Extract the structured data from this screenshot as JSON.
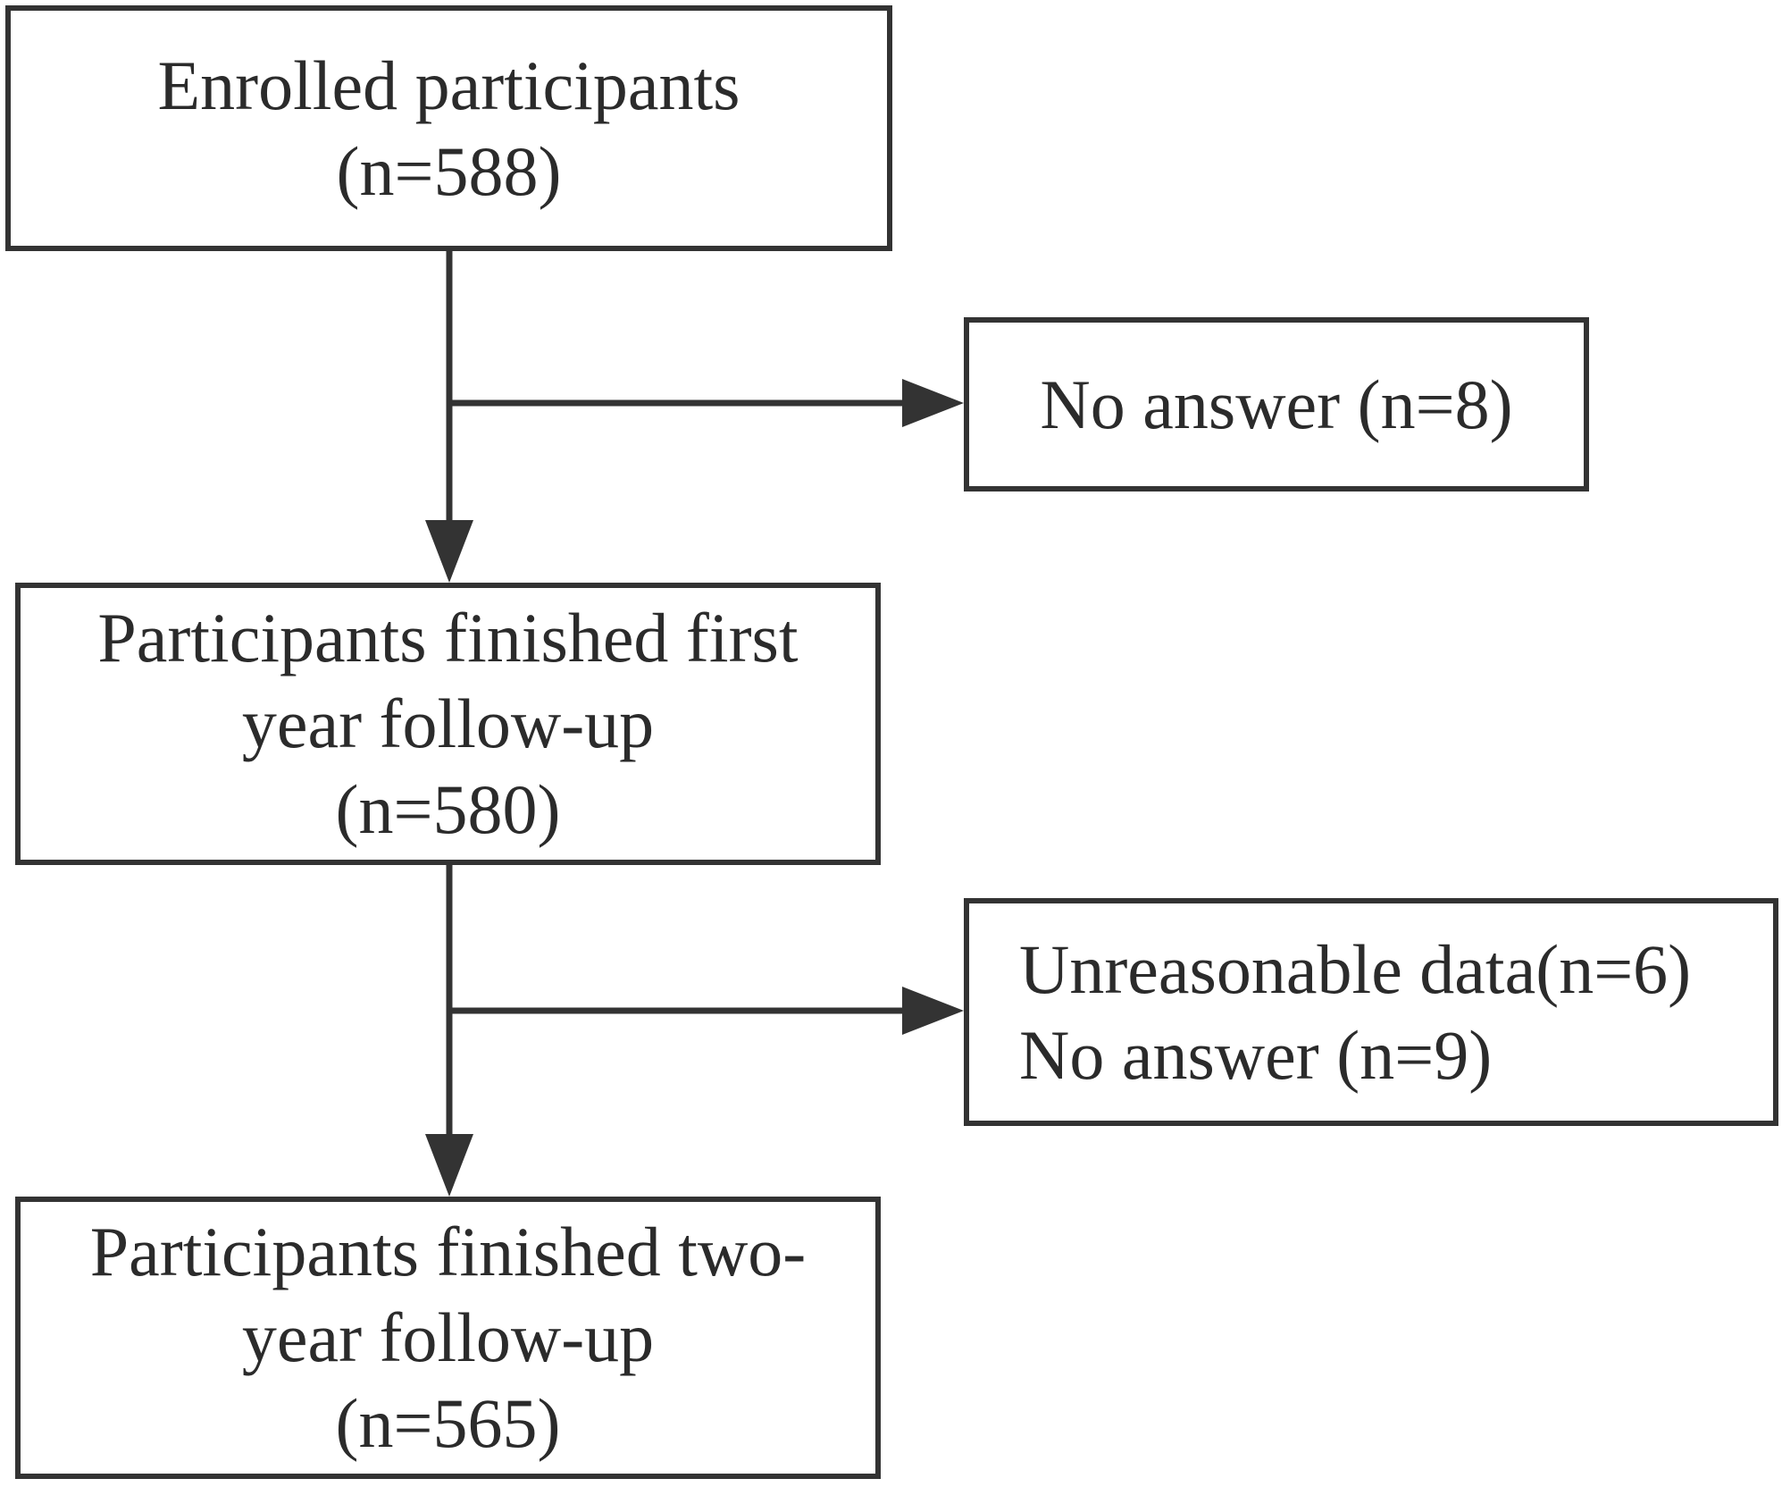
{
  "nodes": {
    "enrolled": {
      "lines": [
        "Enrolled participants",
        "(n=588)"
      ]
    },
    "first_year": {
      "lines": [
        "Participants finished first",
        "year follow-up",
        "(n=580)"
      ]
    },
    "two_year": {
      "lines": [
        "Participants finished two-",
        "year follow-up",
        "(n=565)"
      ]
    },
    "exclusion_1": {
      "lines": [
        "No answer (n=8)"
      ]
    },
    "exclusion_2": {
      "lines": [
        "Unreasonable data(n=6)",
        "No answer (n=9)"
      ]
    }
  },
  "colors": {
    "stroke": "#333333",
    "text": "#2b2b2b",
    "background": "#ffffff"
  }
}
